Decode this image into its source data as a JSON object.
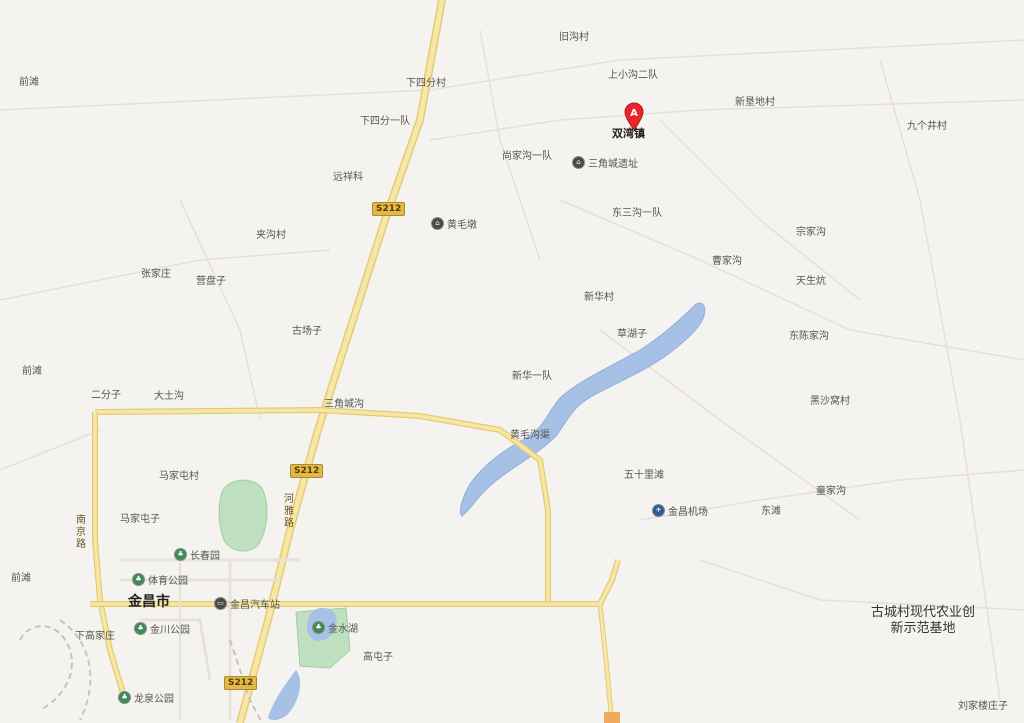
{
  "map": {
    "colors": {
      "background": "#f5f3ef",
      "water": "#a7c0e6",
      "park": "#bfe0bf",
      "road_major": "#f7e7a6",
      "road_major_edge": "#e3cc73",
      "marker": "#e8262a"
    },
    "marker": {
      "letter": "A",
      "label": "双湾镇",
      "icon": "map-pin-icon"
    },
    "city": "金昌市",
    "road_shields": [
      "S212",
      "S212",
      "S212"
    ],
    "road_names": {
      "hexi": "河雅路",
      "nanjing": "南京路"
    },
    "villages": {
      "jiugoucun": "旧沟村",
      "shangxiaogou": "上小沟二队",
      "xinkendi": "新垦地村",
      "jiugejing": "九个井村",
      "xiasifencun": "下四分村",
      "xiasifen1": "下四分一队",
      "shangjiagou": "尚家沟一队",
      "xiangxiang": "远祥科",
      "dongsangou": "东三沟一队",
      "jiagoucun": "夹沟村",
      "zongjiagou": "宗家沟",
      "caojiagou": "曹家沟",
      "zhangjiazhuang": "张家庄",
      "yingpanzi": "营盘子",
      "tianshengkang": "天生炕",
      "xinhuacun": "新华村",
      "gucangzi": "古场子",
      "caohuzi": "草湖子",
      "dongchenjia": "东陈家沟",
      "qiantan_n": "前滩",
      "qiantan_m": "前滩",
      "qiantan_s": "前滩",
      "xinhua1": "新华一队",
      "erfenzi": "二分子",
      "datugou": "大土沟",
      "sanjiaocheng": "三角城沟",
      "heishawo": "黑沙窝村",
      "huangmaogou": "黄毛沟渠",
      "majiatun": "马家屯村",
      "wushilitan": "五十里滩",
      "dongtan": "东滩",
      "shijiagou": "童家沟",
      "majiatunzi": "马家屯子",
      "xiagaojia": "下高家庄",
      "gaotunzi": "高屯子",
      "liujiaxin": "刘家楼庄子",
      "base": "古城村现代农业创新示范基地"
    },
    "pois": {
      "sanjiaocheng_ruins": {
        "label": "三角城遗址",
        "icon": "landmark-icon"
      },
      "huangmaodun": {
        "label": "黄毛墩",
        "icon": "landmark-icon"
      },
      "airport": {
        "label": "金昌机场",
        "icon": "airport-icon"
      },
      "changchunyuan": {
        "label": "长春园",
        "icon": "park-icon"
      },
      "tiyu_park": {
        "label": "体育公园",
        "icon": "park-icon"
      },
      "jinchuan_park": {
        "label": "金川公园",
        "icon": "park-icon"
      },
      "bus_station": {
        "label": "金昌汽车站",
        "icon": "bus-station-icon"
      },
      "jinshui_lake": {
        "label": "金水湖",
        "icon": "park-icon"
      },
      "longquan_park": {
        "label": "龙泉公园",
        "icon": "park-icon"
      }
    }
  }
}
